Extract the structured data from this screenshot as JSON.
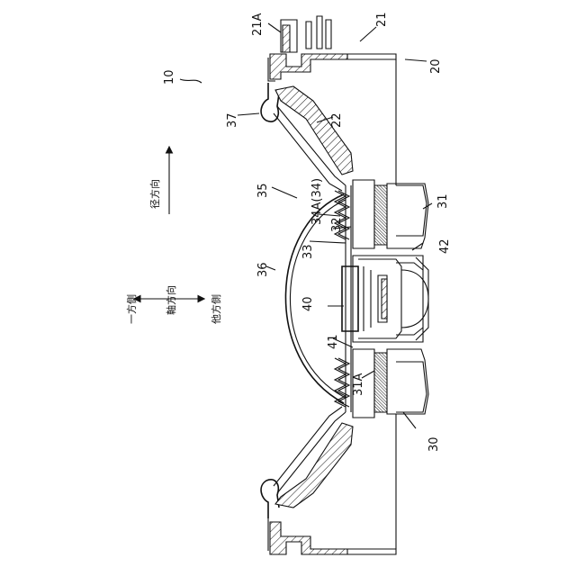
{
  "labels": {
    "l10": "10",
    "l20": "20",
    "l21": "21",
    "l21a": "21A",
    "l22": "22",
    "l30": "30",
    "l31": "31",
    "l31a": "31A",
    "l32": "32",
    "l33": "33",
    "l34a": "34A(34)",
    "l35": "35",
    "l36": "36",
    "l37": "37",
    "l40": "40",
    "l41": "41",
    "l42": "42"
  },
  "directions": {
    "radial": "径方向",
    "axial": "軸方向",
    "one_side": "一方側",
    "other_side": "他方側"
  }
}
